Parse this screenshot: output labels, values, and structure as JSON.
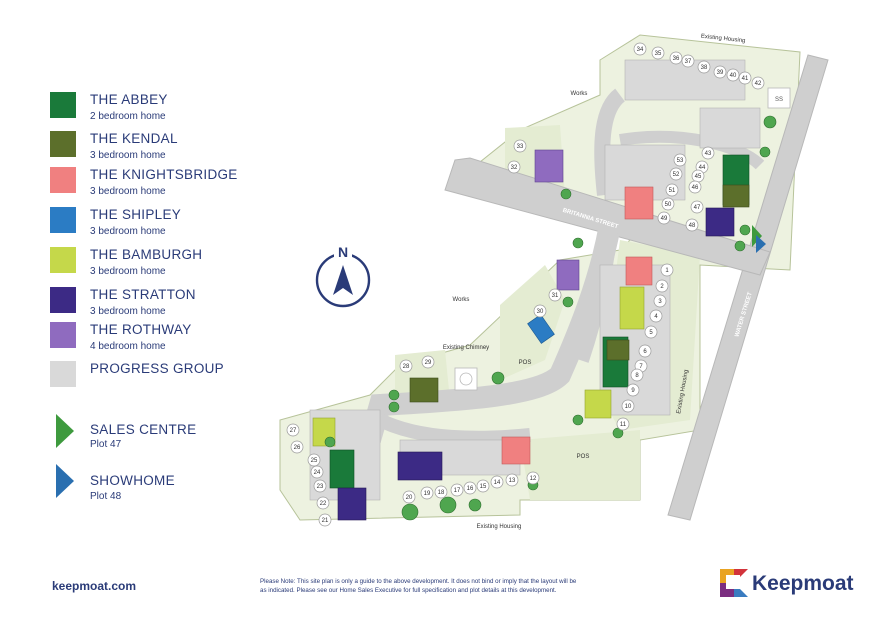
{
  "legend": [
    {
      "name": "THE ABBEY",
      "sub": "2 bedroom home",
      "color": "#1a7a3a"
    },
    {
      "name": "THE KENDAL",
      "sub": "3 bedroom home",
      "color": "#5c6f2b"
    },
    {
      "name": "THE KNIGHTSBRIDGE",
      "sub": "3 bedroom home",
      "color": "#f08080"
    },
    {
      "name": "THE SHIPLEY",
      "sub": "3 bedroom home",
      "color": "#2b7cc4"
    },
    {
      "name": "THE BAMBURGH",
      "sub": "3 bedroom home",
      "color": "#c5d84a"
    },
    {
      "name": "THE STRATTON",
      "sub": "3 bedroom home",
      "color": "#3c2a85"
    },
    {
      "name": "THE ROTHWAY",
      "sub": "4 bedroom home",
      "color": "#8f6bbf"
    },
    {
      "name": "PROGRESS GROUP",
      "sub": "",
      "color": "#d9d9d9"
    }
  ],
  "sales_centre": {
    "name": "SALES CENTRE",
    "plot": "Plot 47",
    "color": "#3e9a3e"
  },
  "showhome": {
    "name": "SHOWHOME",
    "plot": "Plot 48",
    "color": "#2a6fb0"
  },
  "website": "keepmoat.com",
  "note_line1": "Please Note: This site plan is only a guide to the above development. It does not bind or imply that the layout will be",
  "note_line2": "as indicated. Please see our Home Sales Executive for full specification and plot details at this development.",
  "logo": "Keepmoat",
  "logo_colors": [
    "#e9a322",
    "#d2333b",
    "#7b2d80",
    "#3a7cc0"
  ],
  "map": {
    "compass": "N",
    "labels": {
      "existing_housing_top": "Existing Housing",
      "works_top": "Works",
      "works_mid": "Works",
      "britannia_street": "BRITANNIA STREET",
      "water_street": "WATER STREET",
      "existing_housing_right": "Existing Housing",
      "existing_chimney": "Existing Chimney",
      "pos_upper": "POS",
      "pos_lower": "POS",
      "existing_housing_bottom": "Existing Housing",
      "ss": "SS"
    },
    "plots": [
      "1",
      "2",
      "3",
      "4",
      "5",
      "6",
      "7",
      "8",
      "9",
      "10",
      "11",
      "12",
      "13",
      "14",
      "15",
      "16",
      "17",
      "18",
      "19",
      "20",
      "21",
      "22",
      "23",
      "24",
      "25",
      "26",
      "27",
      "28",
      "29",
      "30",
      "31",
      "32",
      "33",
      "34",
      "35",
      "36",
      "37",
      "38",
      "39",
      "40",
      "41",
      "42",
      "43",
      "44",
      "45",
      "46",
      "47",
      "48",
      "49",
      "50",
      "51",
      "52",
      "53"
    ]
  }
}
